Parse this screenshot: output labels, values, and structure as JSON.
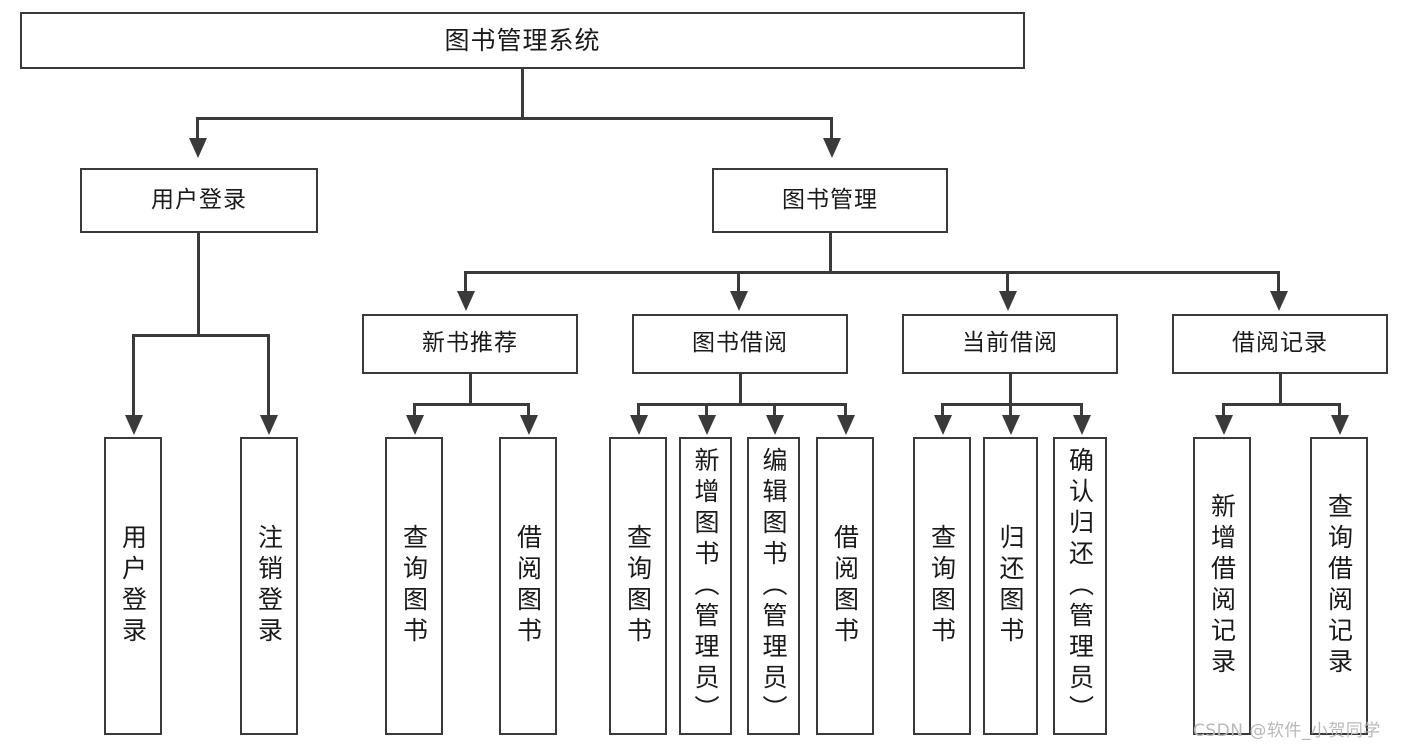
{
  "diagram": {
    "type": "tree-hierarchy-flowchart",
    "root": {
      "label": "图书管理系统"
    },
    "level2": [
      {
        "label": "用户登录"
      },
      {
        "label": "图书管理"
      }
    ],
    "level3": [
      {
        "label": "新书推荐"
      },
      {
        "label": "图书借阅"
      },
      {
        "label": "当前借阅"
      },
      {
        "label": "借阅记录"
      }
    ],
    "leaves": {
      "user_login": [
        {
          "label": "用户登录"
        },
        {
          "label": "注销登录"
        }
      ],
      "new_book_recommend": [
        {
          "label": "查询图书"
        },
        {
          "label": "借阅图书"
        }
      ],
      "book_borrow": [
        {
          "label": "查询图书"
        },
        {
          "label": "新增图书（管理员）"
        },
        {
          "label": "编辑图书（管理员）"
        },
        {
          "label": "借阅图书"
        }
      ],
      "current_borrow": [
        {
          "label": "查询图书"
        },
        {
          "label": "归还图书"
        },
        {
          "label": "确认归还（管理员）"
        }
      ],
      "borrow_record": [
        {
          "label": "新增借阅记录"
        },
        {
          "label": "查询借阅记录"
        }
      ]
    }
  },
  "watermark": {
    "text": "CSDN @软件_小贺同学"
  },
  "colors": {
    "stroke": "#3a3a3a",
    "text": "#1a1a1a",
    "background": "#ffffff",
    "watermark": "#b9b9b9"
  }
}
